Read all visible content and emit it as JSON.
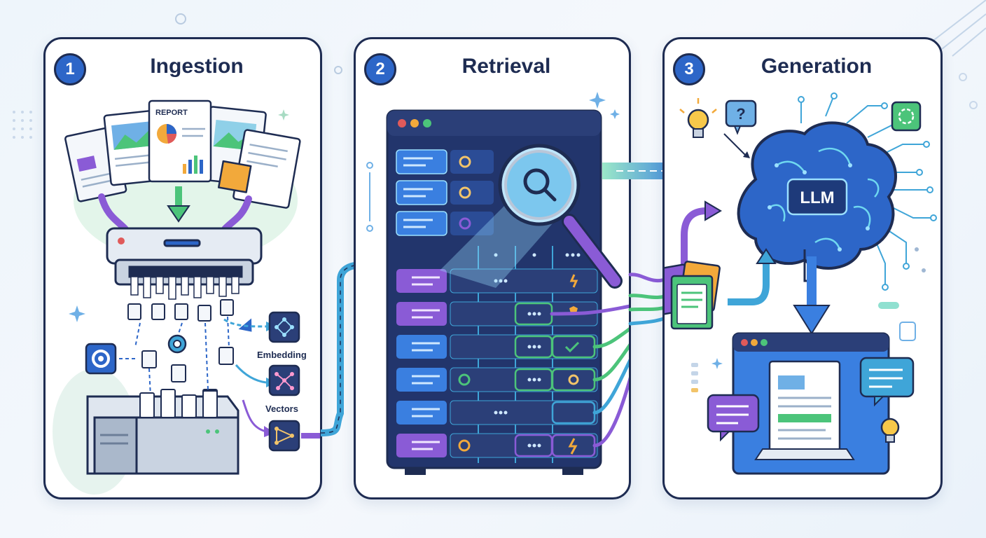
{
  "panels": [
    {
      "number": "1",
      "title": "Ingestion"
    },
    {
      "number": "2",
      "title": "Retrieval"
    },
    {
      "number": "3",
      "title": "Generation"
    }
  ],
  "labels": {
    "report": "REPORT",
    "embedding": "Embedding",
    "vectors": "Vectors",
    "llm": "LLM"
  },
  "colors": {
    "outline": "#1e2c52",
    "badge": "#2d66c8",
    "purple": "#8a5bd6",
    "teal": "#3fa5d8",
    "green": "#4cc47a",
    "orange": "#f2a93b"
  }
}
